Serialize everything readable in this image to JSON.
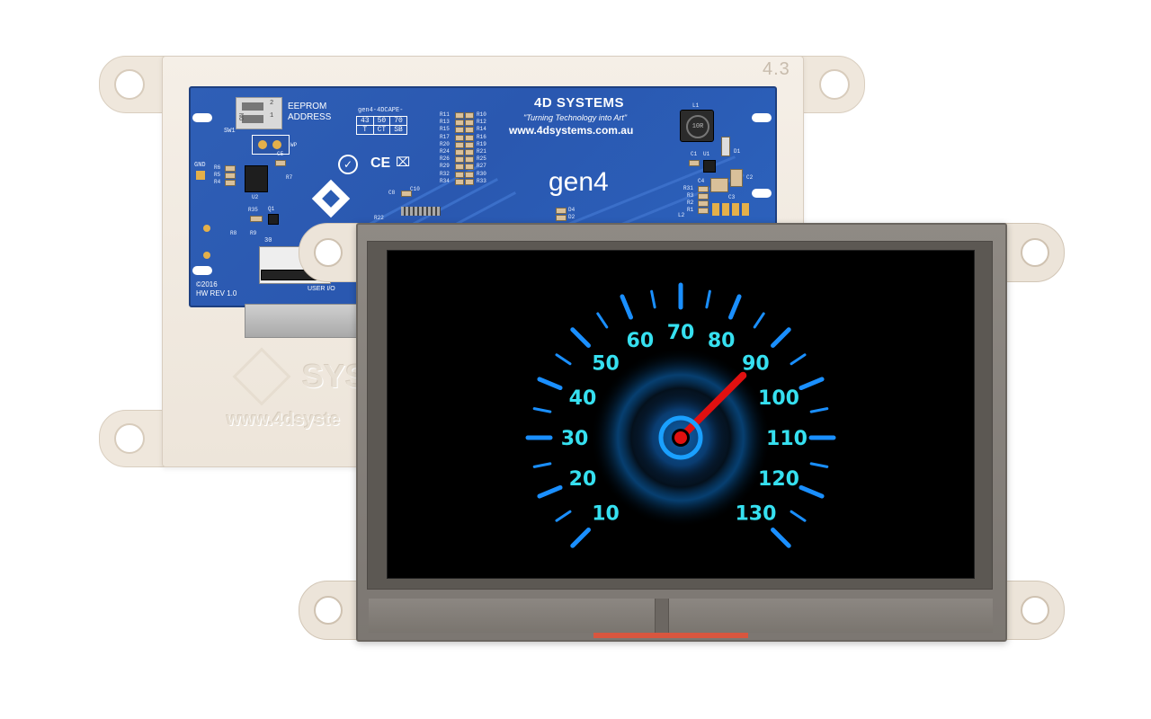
{
  "board": {
    "size_label": "4.3",
    "brand": "4D SYSTEMS",
    "tagline": "\"Turning Technology into Art\"",
    "website": "www.4dsystems.com.au",
    "product_logo": "gen4",
    "dip_label_line1": "EEPROM",
    "dip_label_line2": "ADDRESS",
    "dip_on": "ON",
    "dip_positions": [
      "2",
      "1"
    ],
    "switch_ref": "SW1",
    "wp_label": "WP",
    "gnd_label": "GND",
    "header_table_title": "gen4-4DCAPE-",
    "header_table_rows": [
      [
        "43",
        "50",
        "70"
      ],
      [
        "T",
        "CT",
        "SB"
      ]
    ],
    "copyright": "©2016",
    "hw_rev": "HW REV 1.0",
    "user_io": "USER I/O",
    "pin_30": "30",
    "resistor_refs_left": [
      "R11",
      "R13",
      "R15",
      "R17",
      "R20",
      "R24",
      "R26",
      "R29",
      "R32",
      "R34"
    ],
    "resistor_refs_right": [
      "R10",
      "R12",
      "R14",
      "R16",
      "R19",
      "R21",
      "R25",
      "R27",
      "R30",
      "R33"
    ],
    "misc_refs": [
      "R6",
      "R5",
      "R4",
      "C5",
      "R7",
      "U2",
      "R35",
      "Q1",
      "R8",
      "R9",
      "C8",
      "C10",
      "R22",
      "D4",
      "D2",
      "L1",
      "C1",
      "U1",
      "D1",
      "C2",
      "C4",
      "C3",
      "R31",
      "R3",
      "R2",
      "R1",
      "L2"
    ],
    "inductor_marking": "10R",
    "embossed_brand": "SYS",
    "embossed_web": "www.4dsyste"
  },
  "gauge": {
    "labels": [
      "10",
      "20",
      "30",
      "40",
      "50",
      "60",
      "70",
      "80",
      "90",
      "100",
      "110",
      "120",
      "130"
    ],
    "min": 10,
    "max": 130,
    "needle_value": 90,
    "colors": {
      "ticks": "#1a8fff",
      "labels": "#36e0f0",
      "needle": "#e01010",
      "hub": "#1aa0ff"
    }
  }
}
